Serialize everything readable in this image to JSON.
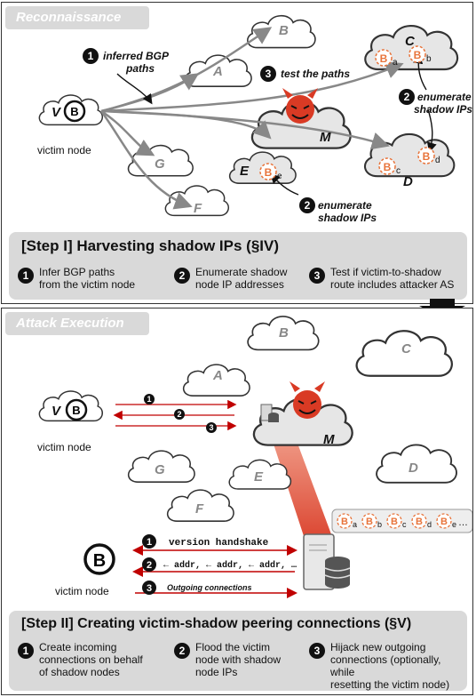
{
  "recon": {
    "section_title": "Reconnaissance",
    "clouds": {
      "A": "A",
      "B": "B",
      "C": "C",
      "D": "D",
      "E": "E",
      "F": "F",
      "G": "G",
      "M": "M",
      "V": "V"
    },
    "victim_label": "victim node",
    "annotations": {
      "inferred_bgp": "inferred BGP",
      "paths": "paths",
      "test_paths": "test the paths",
      "enumerate": "enumerate",
      "shadow_ips": "shadow IPs"
    },
    "subscripts": {
      "a": "a",
      "b": "b",
      "c": "c",
      "d": "d",
      "e": "e"
    },
    "step": {
      "title": "[Step I] Harvesting shadow IPs (§IV)",
      "items": [
        {
          "num": "1",
          "line1": "Infer BGP paths",
          "line2": "from the victim node"
        },
        {
          "num": "2",
          "line1": "Enumerate shadow",
          "line2": "node IP addresses"
        },
        {
          "num": "3",
          "line1": "Test if victim-to-shadow",
          "line2": "route includes attacker AS"
        }
      ]
    }
  },
  "attack": {
    "section_title": "Attack Execution",
    "victim_label": "victim node",
    "victim_label_bottom": "victim node",
    "messages": {
      "version_handshake": "version handshake",
      "addr": "← addr, ← addr, ← addr, …",
      "outgoing": "Outgoing connections"
    },
    "ellipsis": "…",
    "step": {
      "title": "[Step II] Creating victim-shadow peering connections (§V)",
      "items": [
        {
          "num": "1",
          "line1": "Create incoming",
          "line2": "connections on behalf",
          "line3": "of shadow nodes"
        },
        {
          "num": "2",
          "line1": "Flood the victim",
          "line2": "node with shadow",
          "line3": "node IPs"
        },
        {
          "num": "3",
          "line1": "Hijack new outgoing",
          "line2": "connections (optionally, while",
          "line3": "resetting the victim node)"
        }
      ]
    }
  },
  "colors": {
    "bitcoin": "#e8743b",
    "attacker": "#d93a24",
    "arrow": "#888888",
    "accent": "#c00000"
  }
}
